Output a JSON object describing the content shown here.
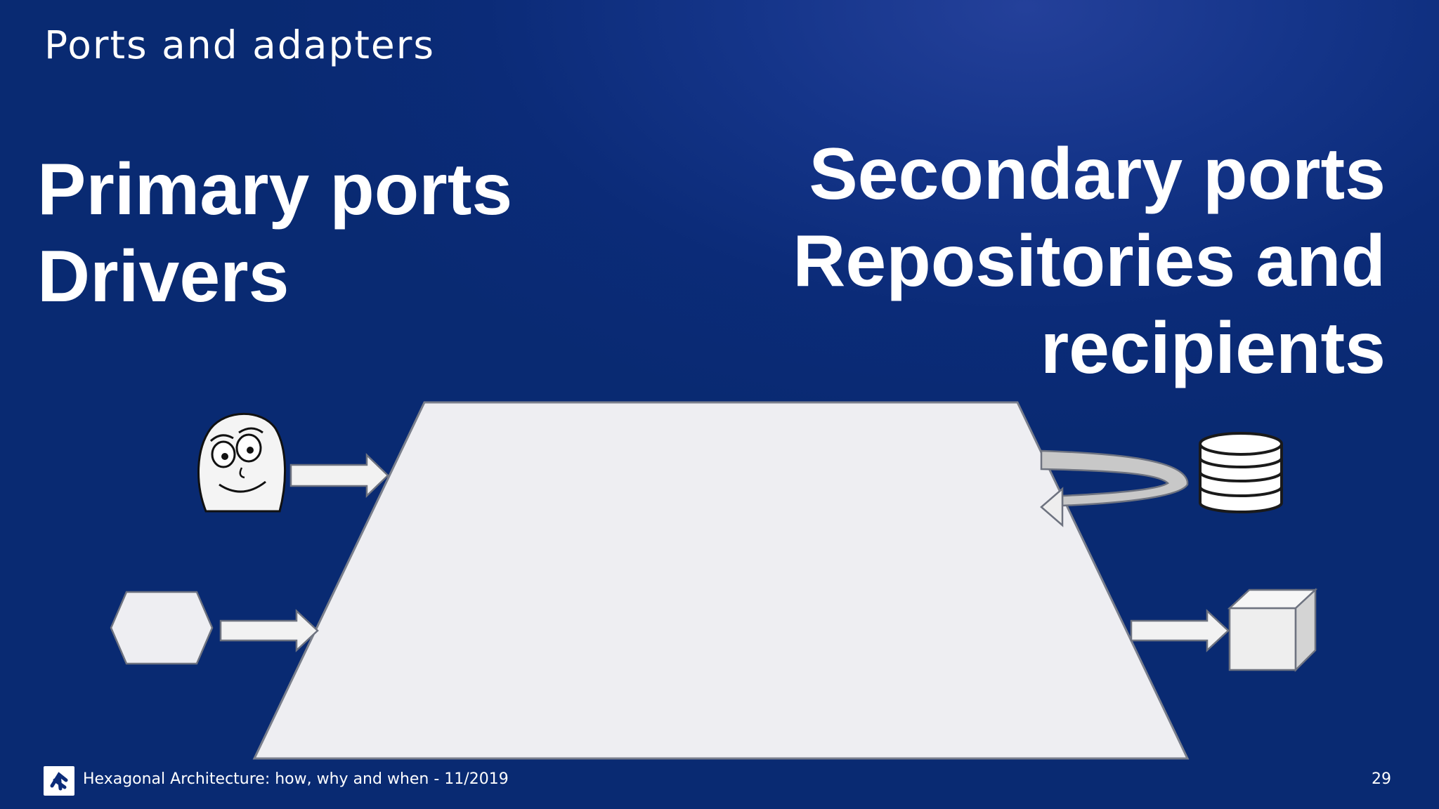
{
  "slide": {
    "title": "Ports and adapters",
    "primary_heading": [
      "Primary ports",
      "Drivers"
    ],
    "secondary_heading": [
      "Secondary ports",
      "Repositories and",
      "recipients"
    ]
  },
  "diagram": {
    "core_shape": "trapezoid",
    "left_actors": [
      "rage-face-user-icon",
      "hexagon-application-icon"
    ],
    "right_actors": [
      "database-icon",
      "cube-recipient-icon"
    ],
    "shape_color": "#eeeef2",
    "arrow_color": "#f2f2f2",
    "curved_arrow_color": "#c8c8c8"
  },
  "footer": {
    "text": "Hexagonal Architecture: how, why and when - 11/2019",
    "page_number": "29",
    "logo_icon": "company-logo-icon"
  },
  "colors": {
    "background": "#0b2b78",
    "text": "#ffffff",
    "logo_mark": "#0b2b78"
  }
}
